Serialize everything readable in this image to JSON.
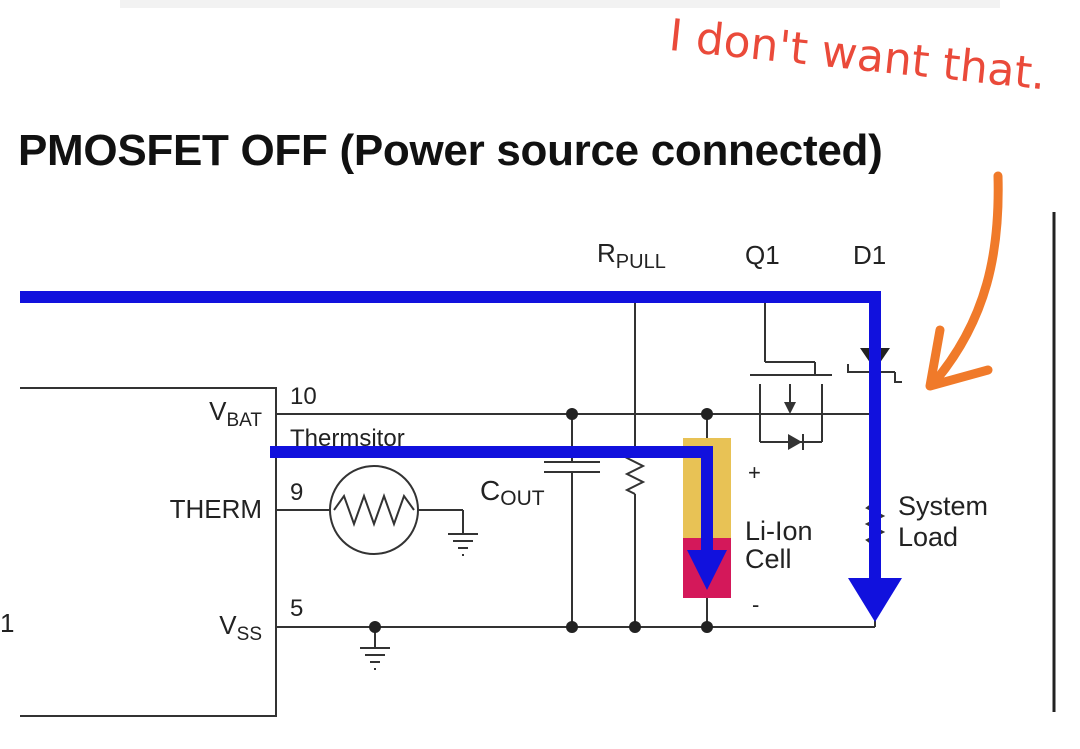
{
  "heading": "PMOSFET OFF (Power source connected)",
  "annotation": "I don't want that.",
  "colors": {
    "current_path": "#1111dd",
    "annotation_text": "#ea4a3a",
    "annotation_arrow": "#f07a2a",
    "battery_top": "#e8c255",
    "battery_bottom": "#d4185a"
  },
  "ic": {
    "pins": [
      {
        "name_main": "V",
        "name_sub": "BAT",
        "number": "10"
      },
      {
        "name_main": "THERM",
        "name_sub": "",
        "number": "9"
      },
      {
        "name_main": "V",
        "name_sub": "SS",
        "number": "5"
      }
    ],
    "left_pin_number": "1"
  },
  "labels": {
    "thermistor": "Thermsitor",
    "cout_main": "C",
    "cout_sub": "OUT",
    "rpull_main": "R",
    "rpull_sub": "PULL",
    "q1": "Q1",
    "d1": "D1",
    "cell_plus": "+",
    "cell_line1": "Li-Ion",
    "cell_line2": "Cell",
    "cell_minus": "-",
    "load_line1": "System",
    "load_line2": "Load"
  }
}
